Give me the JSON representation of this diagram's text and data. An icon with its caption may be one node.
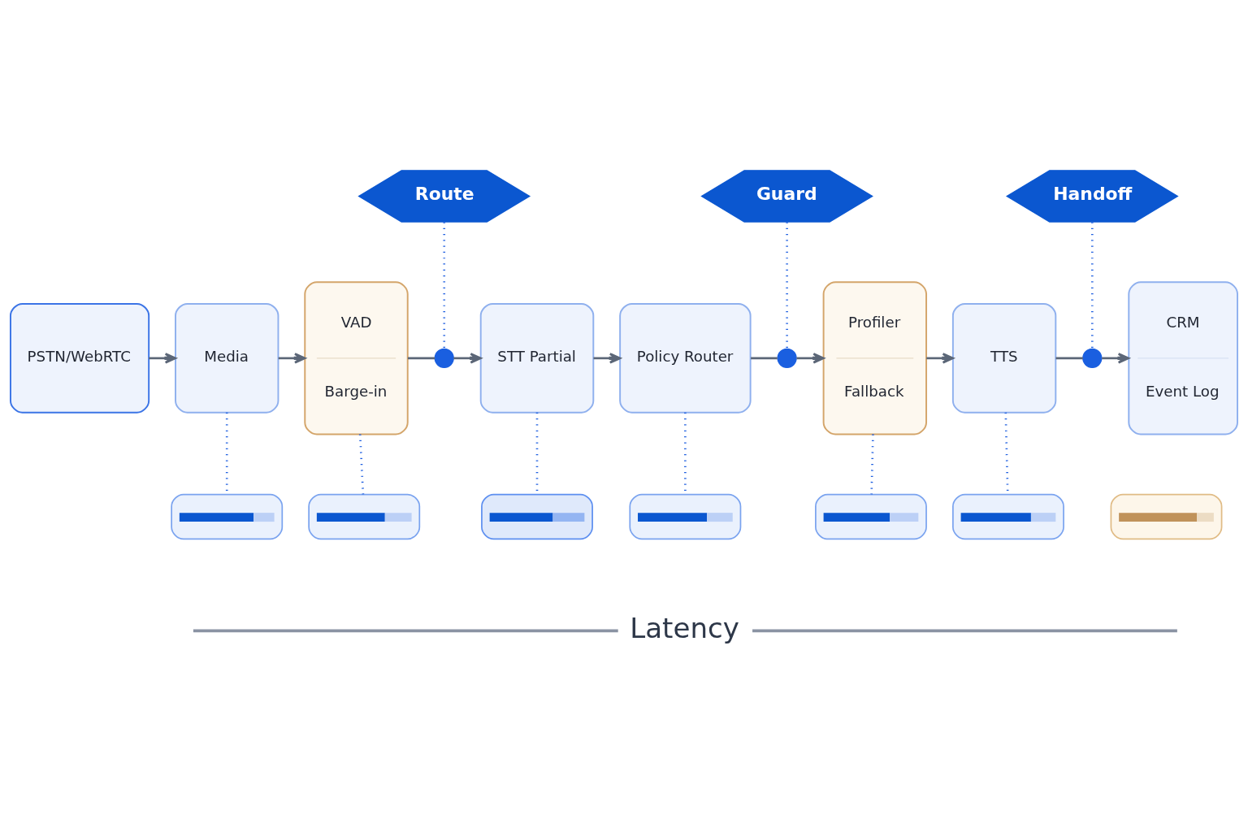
{
  "diagram": {
    "nodes": [
      {
        "text": [
          "Route"
        ]
      },
      {
        "text": [
          "Guard"
        ]
      },
      {
        "text": [
          "Handoff"
        ]
      },
      {
        "text": [
          "PSTN/WebRTC"
        ]
      },
      {
        "text": [
          "Media"
        ]
      },
      {
        "text": [
          "VAD",
          "Barge-in"
        ]
      },
      {
        "text": [],
        "shape": "circle"
      },
      {
        "text": [
          "STT Partial"
        ]
      },
      {
        "text": [
          "Policy Router"
        ]
      },
      {
        "text": [],
        "shape": "circle"
      },
      {
        "text": [
          "Profiler",
          "Fallback"
        ]
      },
      {
        "text": [
          "TTS"
        ]
      },
      {
        "text": [],
        "shape": "circle"
      },
      {
        "text": [
          "CRM",
          "Event Log"
        ]
      },
      {
        "text": [],
        "shape": "bar"
      },
      {
        "text": [],
        "shape": "bar"
      },
      {
        "text": [],
        "shape": "bar"
      },
      {
        "text": [],
        "shape": "bar"
      },
      {
        "text": [],
        "shape": "bar"
      },
      {
        "text": [],
        "shape": "bar"
      },
      {
        "text": [],
        "shape": "bar"
      }
    ],
    "edges": [
      {
        "from": 3,
        "to": 4,
        "arrow": "to"
      },
      {
        "from": 4,
        "to": 5,
        "arrow": "to"
      },
      {
        "from": 5,
        "to": 6,
        "arrow": "none"
      },
      {
        "from": 6,
        "to": 7,
        "arrow": "to"
      },
      {
        "from": 7,
        "to": 8,
        "arrow": "to"
      },
      {
        "from": 8,
        "to": 9,
        "arrow": "none"
      },
      {
        "from": 9,
        "to": 10,
        "arrow": "to"
      },
      {
        "from": 10,
        "to": 11,
        "arrow": "to"
      },
      {
        "from": 11,
        "to": 12,
        "arrow": "none"
      },
      {
        "from": 12,
        "to": 13,
        "arrow": "to"
      },
      {
        "from": 0,
        "to": 6,
        "arrow": "none",
        "style": "dashed",
        "color": "#1f5fe0"
      },
      {
        "from": 1,
        "to": 9,
        "arrow": "none",
        "style": "dashed",
        "color": "#1f5fe0"
      },
      {
        "from": 2,
        "to": 12,
        "arrow": "none",
        "style": "dashed",
        "color": "#1f5fe0"
      },
      {
        "from": 4,
        "to": 14,
        "arrow": "none",
        "style": "dashed",
        "color": "#1f5fe0"
      },
      {
        "from": 5,
        "to": 15,
        "arrow": "none",
        "style": "dashed",
        "color": "#1f5fe0"
      },
      {
        "from": 7,
        "to": 16,
        "arrow": "none",
        "style": "dashed",
        "color": "#1f5fe0"
      },
      {
        "from": 8,
        "to": 17,
        "arrow": "none",
        "style": "dashed",
        "color": "#1f5fe0"
      },
      {
        "from": 10,
        "to": 18,
        "arrow": "none",
        "style": "dashed",
        "color": "#1f5fe0"
      },
      {
        "from": 11,
        "to": 19,
        "arrow": "none",
        "style": "dashed",
        "color": "#1f5fe0"
      }
    ],
    "labels": [
      "Latency"
    ]
  }
}
